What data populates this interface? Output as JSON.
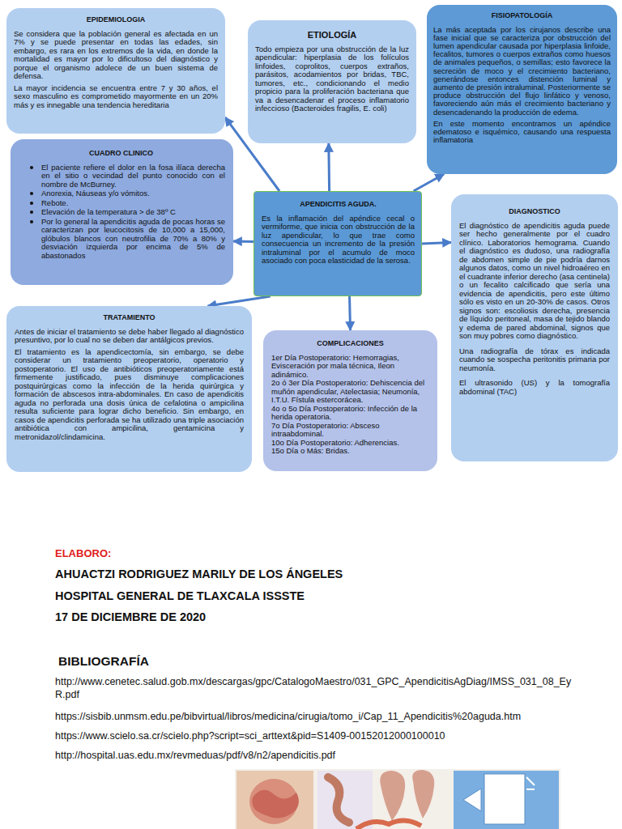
{
  "diagram": {
    "nodes": [
      {
        "text": [
          "EPIDEMIOLOGIA",
          "Se considera que la población general es afectada en un 7% y se puede presentar en todas las edades, sin embargo, es rara en los extremos de la vida, en donde la mortalidad es mayor por lo dificultoso del diagnóstico y porque el organismo adolece de un buen sistema de defensa.",
          "La mayor incidencia se encuentra entre 7 y 30 años, el sexo masculino es comprometido mayormente en un 20% más y es innegable una tendencia hereditaria"
        ]
      },
      {
        "text": [
          "ETIOLOGÍA",
          "Todo empieza por una obstrucción de la luz apendicular: hiperplasia de los folículos linfoides, coprolitos, cuerpos extraños, parásitos, acodamientos por bridas, TBC, tumores, etc., condicionando el medio propicio para la proliferación bacteriana que va a desencadenar el proceso inflamatorio infeccioso (Bacteroides fragilis, E. coli)"
        ]
      },
      {
        "text": [
          "FISIOPATOLOGÍA",
          "La más aceptada por los cirujanos describe una fase inicial que se caracteriza por obstrucción del lumen apendicular causada por hiperplasia linfoide, fecalitos, tumores o cuerpos extraños como huesos de animales pequeños, o semillas; esto favorece la secreción de moco y el crecimiento bacteriano, generándose entonces distención luminal y aumento de presión intraluminal. Posteriormente se produce obstrucción del flujo linfático y venoso, favoreciendo aún más el crecimiento bacteriano y desencadenando la producción de edema.",
          "En este momento encontramos un apéndice edematoso e isquémico, causando una respuesta inflamatoria"
        ]
      },
      {
        "text": [
          "CUADRO CLINICO",
          "El paciente refiere el dolor en la fosa ilíaca derecha en el sitio o vecindad del punto conocido con el nombre de McBurney.",
          "Anorexia, Náuseas y/o vómitos.",
          "Rebote.",
          "Elevación de la temperatura > de 38º C",
          "Por lo general la apendicitis aguda de pocas horas se caracterizan por leucocitosis de 10,000 a 15,000, glóbulos blancos con neutrofilia de 70% a 80% y desviación izquierda por encima de 5% de abastonados"
        ]
      },
      {
        "text": [
          "APENDICITIS AGUDA.",
          "Es la inflamación del apéndice cecal o vermiforme, que inicia con obstrucción de la luz apendicular, lo que trae como consecuencia un incremento de la presión intraluminal por el acumulo de moco asociado con poca elasticidad de la serosa."
        ]
      },
      {
        "text": [
          "DIAGNOSTICO",
          "El diagnóstico de apendicitis aguda puede ser hecho generalmente por el cuadro clínico. Laboratorios hemograma. Cuando el diagnóstico es dudoso, una radiografía de abdomen simple de pie podría darnos algunos datos, como un nivel hidroaéreo en el cuadrante inferior derecho (asa centinela) o un fecalito calcificado que sería una evidencia de apendicitis, pero este último sólo es visto en un 20-30% de casos. Otros signos son: escoliosis derecha, presencia de líquido peritoneal, masa de tejido blando y edema de pared abdominal, signos que son muy pobres como diagnóstico.",
          "Una radiografía de tórax es indicada cuando se sospecha peritonitis primaria por neumonía.",
          "El ultrasonido (US) y la tomografía abdominal (TAC)"
        ]
      },
      {
        "text": [
          "TRATAMIENTO",
          "Antes de iniciar el tratamiento se debe haber llegado al diagnóstico presuntivo, por lo cual no se deben dar antálgicos previos.",
          "El tratamiento es la apendicectomía, sin embargo, se debe considerar un tratamiento preoperatorio, operatorio y postoperatorio. El uso de antibióticos preoperatoriamente está firmemente justificado, pues disminuye complicaciones postquirúrgicas como la infección de la herida quirúrgica y formación de abscesos intra-abdominales. En caso de apendicitis aguda no perforada una dosis única de cefalotina o ampicilina resulta suficiente para lograr dicho beneficio. Sin embargo, en casos de apendicitis perforada se ha utilizado una triple asociación antibiótica con ampicilina, gentamicina y metronidazol/clindamicina."
        ]
      },
      {
        "text": [
          "COMPLICACIONES",
          "1er Día Postoperatorio: Hemorragias, Evisceración por mala técnica, Ileon adinámico.",
          "2o ó 3er Día Postoperatorio: Dehiscencia del muñón apendicular, Atelectasia; Neumonía, I.T.U. Fístula estercorácea.",
          "4o o 5o Día Postoperatorio: Infección de la herida operatoria.",
          "7o Día Postoperatorio: Absceso intraabdominal.",
          "10o Día Postoperatorio: Adherencias.",
          "15o Día o Más: Bridas."
        ]
      }
    ],
    "edges": [
      {
        "from": 4,
        "to": 0,
        "arrow": "to"
      },
      {
        "from": 4,
        "to": 1,
        "arrow": "to"
      },
      {
        "from": 4,
        "to": 2,
        "arrow": "to"
      },
      {
        "from": 4,
        "to": 3,
        "arrow": "to"
      },
      {
        "from": 4,
        "to": 5,
        "arrow": "to"
      },
      {
        "from": 4,
        "to": 6,
        "arrow": "to"
      },
      {
        "from": 4,
        "to": 7,
        "arrow": "to"
      }
    ],
    "labels": [
      "ELABORO:",
      "AHUACTZI RODRIGUEZ MARILY DE LOS ÁNGELES",
      "HOSPITAL GENERAL DE TLAXCALA ISSSTE",
      "17 DE DICIEMBRE DE 2020",
      "BIBLIOGRAFÍA",
      "http://www.cenetec.salud.gob.mx/descargas/gpc/CatalogoMaestro/031_GPC_ApendicitisAgDiag/IMSS_031_08_EyR.pdf",
      "https://sisbib.unmsm.edu.pe/bibvirtual/libros/medicina/cirugia/tomo_i/Cap_11_Apendicitis%20aguda.htm",
      "https://www.scielo.sa.cr/scielo.php?script=sci_arttext&pid=S1409-00152012000100010",
      "http://hospital.uas.edu.mx/revmeduas/pdf/v8/n2/apendicitis.pdf"
    ]
  }
}
